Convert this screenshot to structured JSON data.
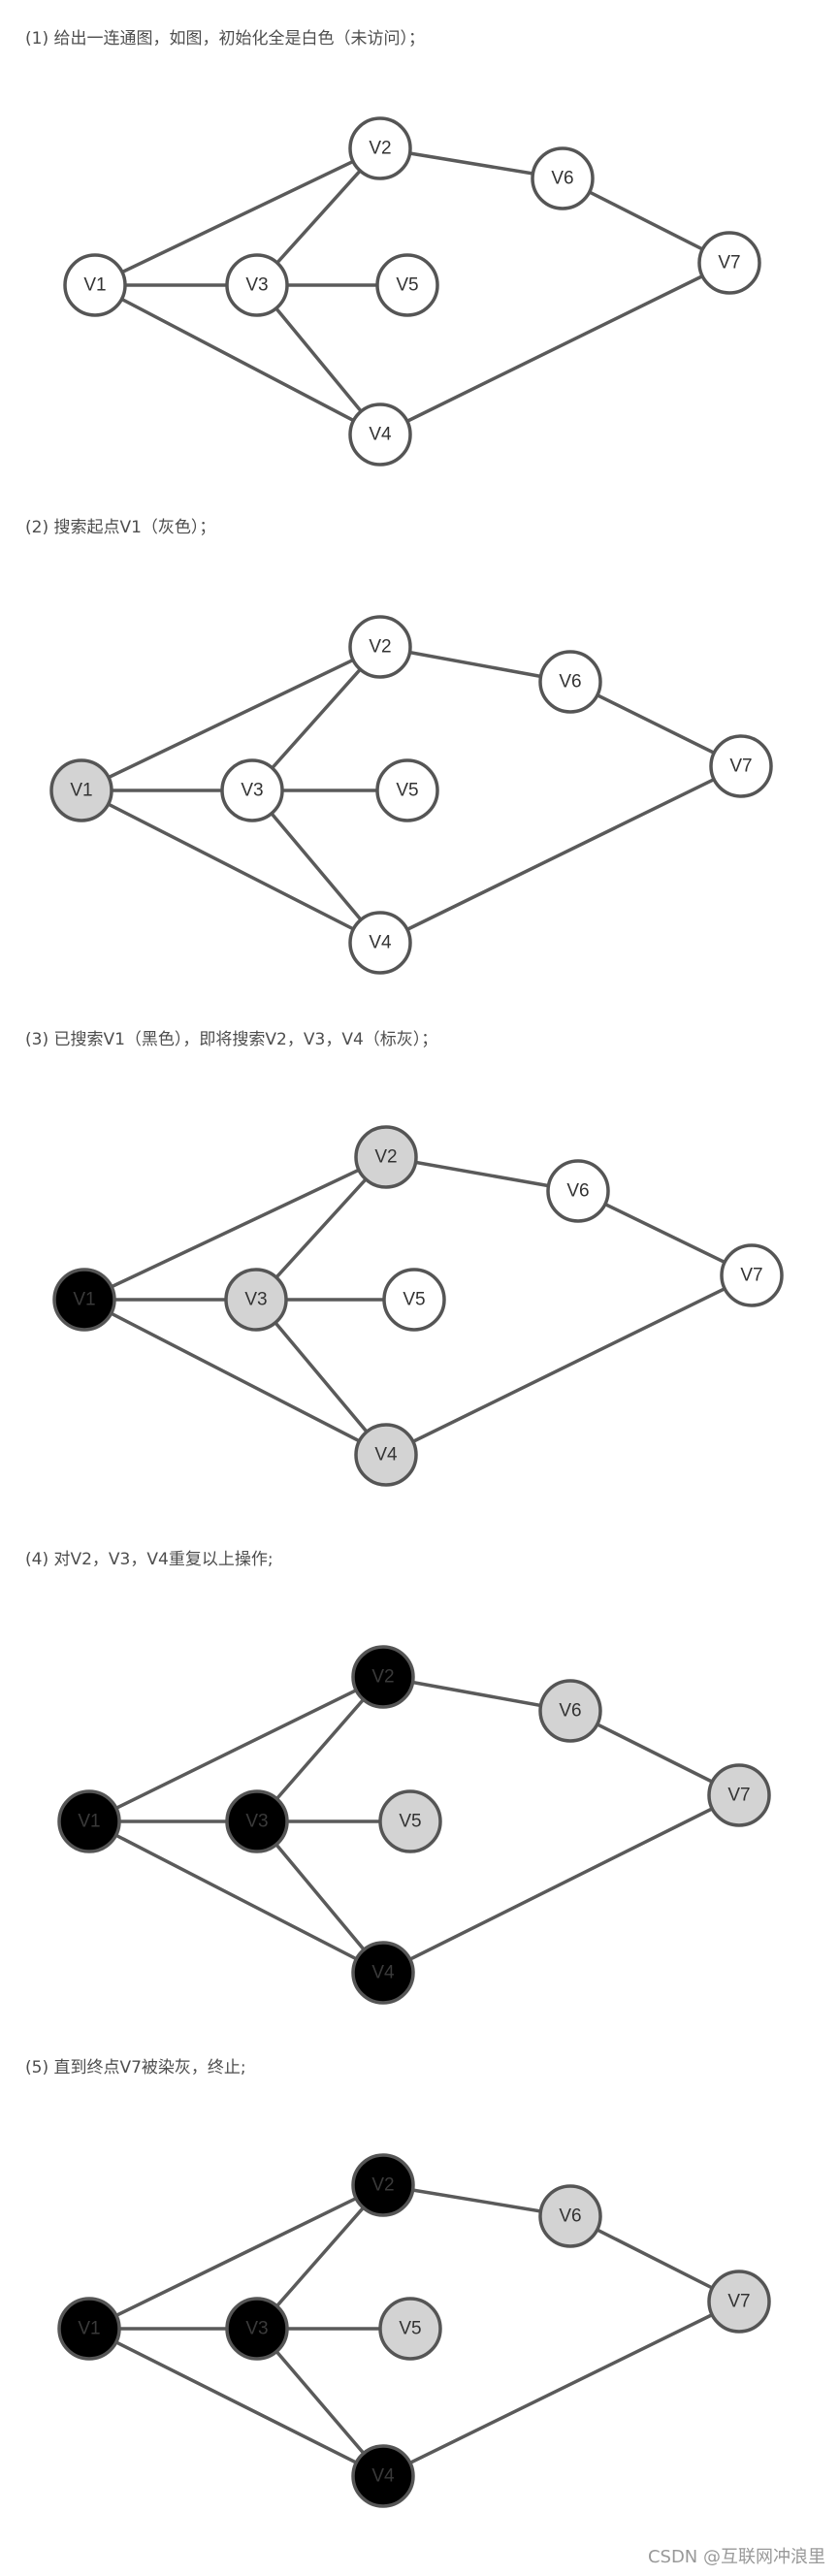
{
  "colors": {
    "white": "#ffffff",
    "gray": "#d3d3d3",
    "black": "#000000",
    "label_on_light": "#333333",
    "label_on_black": "#3a3a3a"
  },
  "nodes": [
    "V1",
    "V2",
    "V3",
    "V4",
    "V5",
    "V6",
    "V7"
  ],
  "edges": [
    [
      "V1",
      "V2"
    ],
    [
      "V1",
      "V3"
    ],
    [
      "V1",
      "V4"
    ],
    [
      "V2",
      "V3"
    ],
    [
      "V2",
      "V6"
    ],
    [
      "V3",
      "V5"
    ],
    [
      "V3",
      "V4"
    ],
    [
      "V4",
      "V7"
    ],
    [
      "V6",
      "V7"
    ]
  ],
  "steps": [
    {
      "caption": "(1) 给出一连通图，如图，初始化全是白色（未访问）；",
      "states": {
        "V1": "white",
        "V2": "white",
        "V3": "white",
        "V4": "white",
        "V5": "white",
        "V6": "white",
        "V7": "white"
      }
    },
    {
      "caption": "(2) 搜索起点V1（灰色）；",
      "states": {
        "V1": "gray",
        "V2": "white",
        "V3": "white",
        "V4": "white",
        "V5": "white",
        "V6": "white",
        "V7": "white"
      }
    },
    {
      "caption": "(3) 已搜索V1（黑色），即将搜索V2，V3，V4（标灰）；",
      "states": {
        "V1": "black",
        "V2": "gray",
        "V3": "gray",
        "V4": "gray",
        "V5": "white",
        "V6": "white",
        "V7": "white"
      }
    },
    {
      "caption": "(4) 对V2，V3，V4重复以上操作;",
      "states": {
        "V1": "black",
        "V2": "black",
        "V3": "black",
        "V4": "black",
        "V5": "gray",
        "V6": "gray",
        "V7": "gray"
      }
    },
    {
      "caption": "(5) 直到终点V7被染灰，终止;",
      "states": {
        "V1": "black",
        "V2": "black",
        "V3": "black",
        "V4": "black",
        "V5": "gray",
        "V6": "gray",
        "V7": "gray"
      }
    }
  ],
  "footer": "CSDN @互联网冲浪里"
}
